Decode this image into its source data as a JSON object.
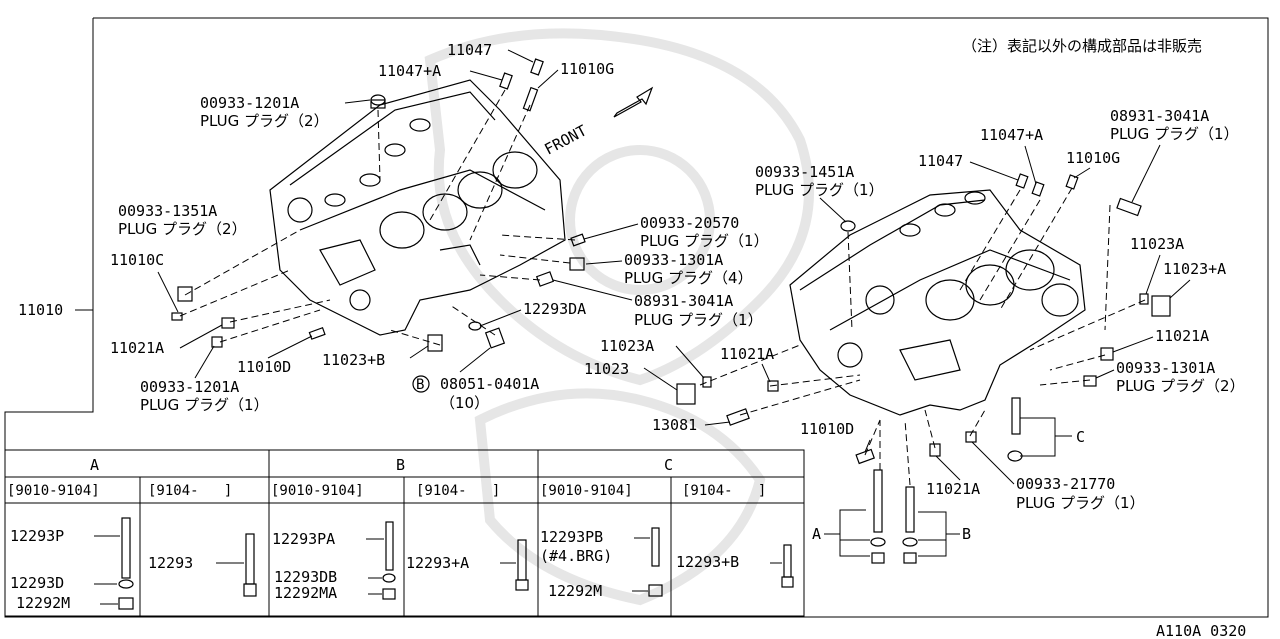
{
  "notice": "（注）表記以外の構成部品は非販売",
  "diagram_code": "A110A 0320",
  "front_label": "FRONT",
  "main_part": "11010",
  "callouts": {
    "c11047_l": "11047",
    "c11047a_l": "11047+A",
    "c11010g_l": "11010G",
    "c00933_1201a_top": "00933-1201A",
    "c00933_1201a_top_desc": "PLUG プラグ（2）",
    "c00933_1351a": "00933-1351A",
    "c00933_1351a_desc": "PLUG プラグ（2）",
    "c11010c": "11010C",
    "c11021a_l": "11021A",
    "c00933_1201a_bot": "00933-1201A",
    "c00933_1201a_bot_desc": "PLUG プラグ（1）",
    "c11010d_l": "11010D",
    "c11023b_l": "11023+B",
    "c08051_b": "B",
    "c08051": "08051-0401A",
    "c08051_qty": "（10）",
    "c12293da": "12293DA",
    "c00933_20570": "00933-20570",
    "c00933_20570_desc": "PLUG プラグ（1）",
    "c00933_1301a_mid": "00933-1301A",
    "c00933_1301a_mid_desc": "PLUG プラグ（4）",
    "c08931_mid": "08931-3041A",
    "c08931_mid_desc": "PLUG プラグ（1）",
    "c00933_1451a": "00933-1451A",
    "c00933_1451a_desc": "PLUG プラグ（1）",
    "c11047a_r": "11047+A",
    "c11047_r": "11047",
    "c11010g_r": "11010G",
    "c08931_r": "08931-3041A",
    "c08931_r_desc": "PLUG プラグ（1）",
    "c11023a_r": "11023A",
    "c11023a_plus": "11023+A",
    "c11021a_r": "11021A",
    "c00933_1301a_r": "00933-1301A",
    "c00933_1301a_r_desc": "PLUG プラグ（2）",
    "c11023a_c": "11023A",
    "c11023_c": "11023",
    "c11021a_c": "11021A",
    "c13081": "13081",
    "c11010d_c": "11010D",
    "c11021a_bot": "11021A",
    "c00933_21770": "00933-21770",
    "c00933_21770_desc": "PLUG プラグ（1）",
    "group_a": "A",
    "group_b": "B",
    "group_c": "C"
  },
  "table": {
    "groups": [
      "A",
      "B",
      "C"
    ],
    "periods": [
      "[9010-9104]",
      "[9104-   ]",
      "[9010-9104]",
      "[9104-   ]",
      "[9010-9104]",
      "[9104-   ]"
    ],
    "cells": {
      "a1_bolt": "12293P",
      "a1_washer": "12293D",
      "a1_nut": "12292M",
      "a2_bolt": "12293",
      "b1_bolt": "12293PA",
      "b1_washer": "12293DB",
      "b1_nut": "12292MA",
      "b2_bolt": "12293+A",
      "c1_bolt": "12293PB",
      "c1_note": "(#4.BRG)",
      "c1_nut": "12292M",
      "c2_bolt": "12293+B"
    }
  }
}
